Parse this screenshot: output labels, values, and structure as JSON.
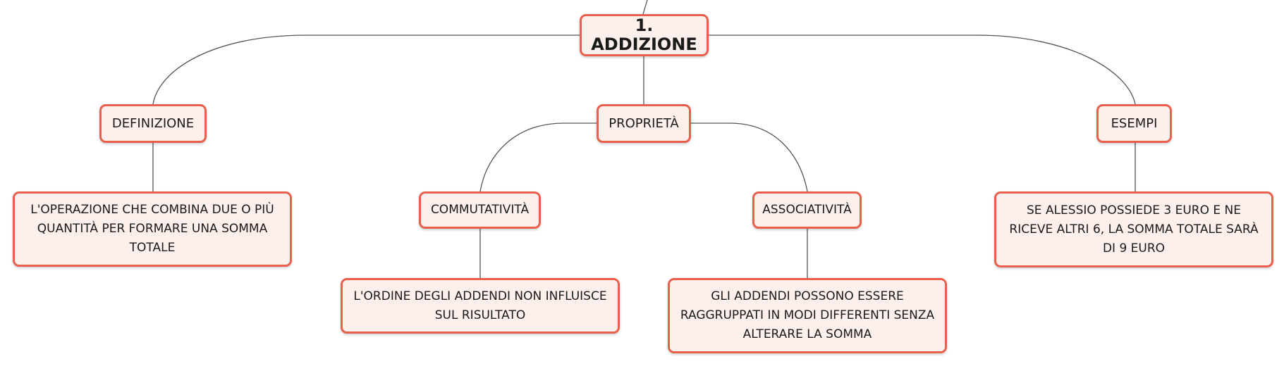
{
  "diagram": {
    "type": "mind-map",
    "colors": {
      "node_fill": "#fdf0ec",
      "node_border": "#e8604c",
      "connector": "#555555"
    },
    "root": {
      "label": "1. ADDIZIONE"
    },
    "branches": {
      "definizione": {
        "label": "DEFINIZIONE",
        "detail": "L'OPERAZIONE CHE COMBINA DUE O PIÙ QUANTITÀ PER FORMARE UNA SOMMA TOTALE"
      },
      "proprieta": {
        "label": "PROPRIETÀ",
        "commutativita": {
          "label": "COMMUTATIVITÀ",
          "detail": "L'ORDINE DEGLI ADDENDI NON INFLUISCE SUL RISULTATO"
        },
        "associativita": {
          "label": "ASSOCIATIVITÀ",
          "detail": "GLI ADDENDI POSSONO ESSERE RAGGRUPPATI IN MODI DIFFERENTI SENZA ALTERARE LA SOMMA"
        }
      },
      "esempi": {
        "label": "ESEMPI",
        "detail": "SE ALESSIO POSSIEDE 3 EURO E NE RICEVE ALTRI 6, LA SOMMA TOTALE SARÀ DI 9 EURO"
      }
    }
  }
}
